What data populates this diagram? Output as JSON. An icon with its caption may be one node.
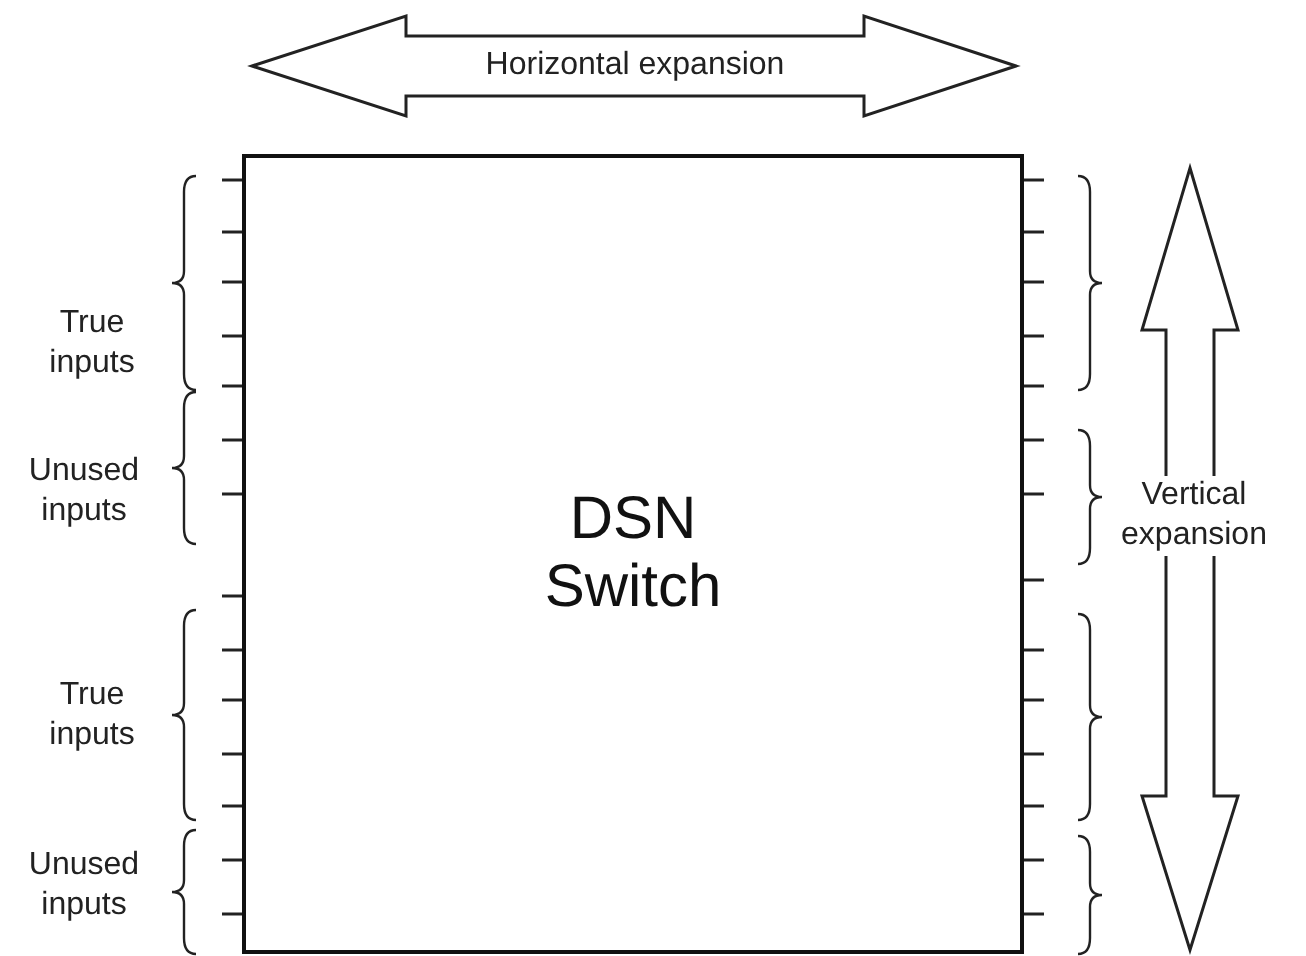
{
  "diagram": {
    "nodes": [
      {
        "text": [
          "DSN Switch"
        ]
      }
    ],
    "labels": [
      "Horizontal expansion",
      "True inputs",
      "Unused inputs",
      "Vertical expansion",
      "True inputs",
      "Unused inputs"
    ]
  }
}
